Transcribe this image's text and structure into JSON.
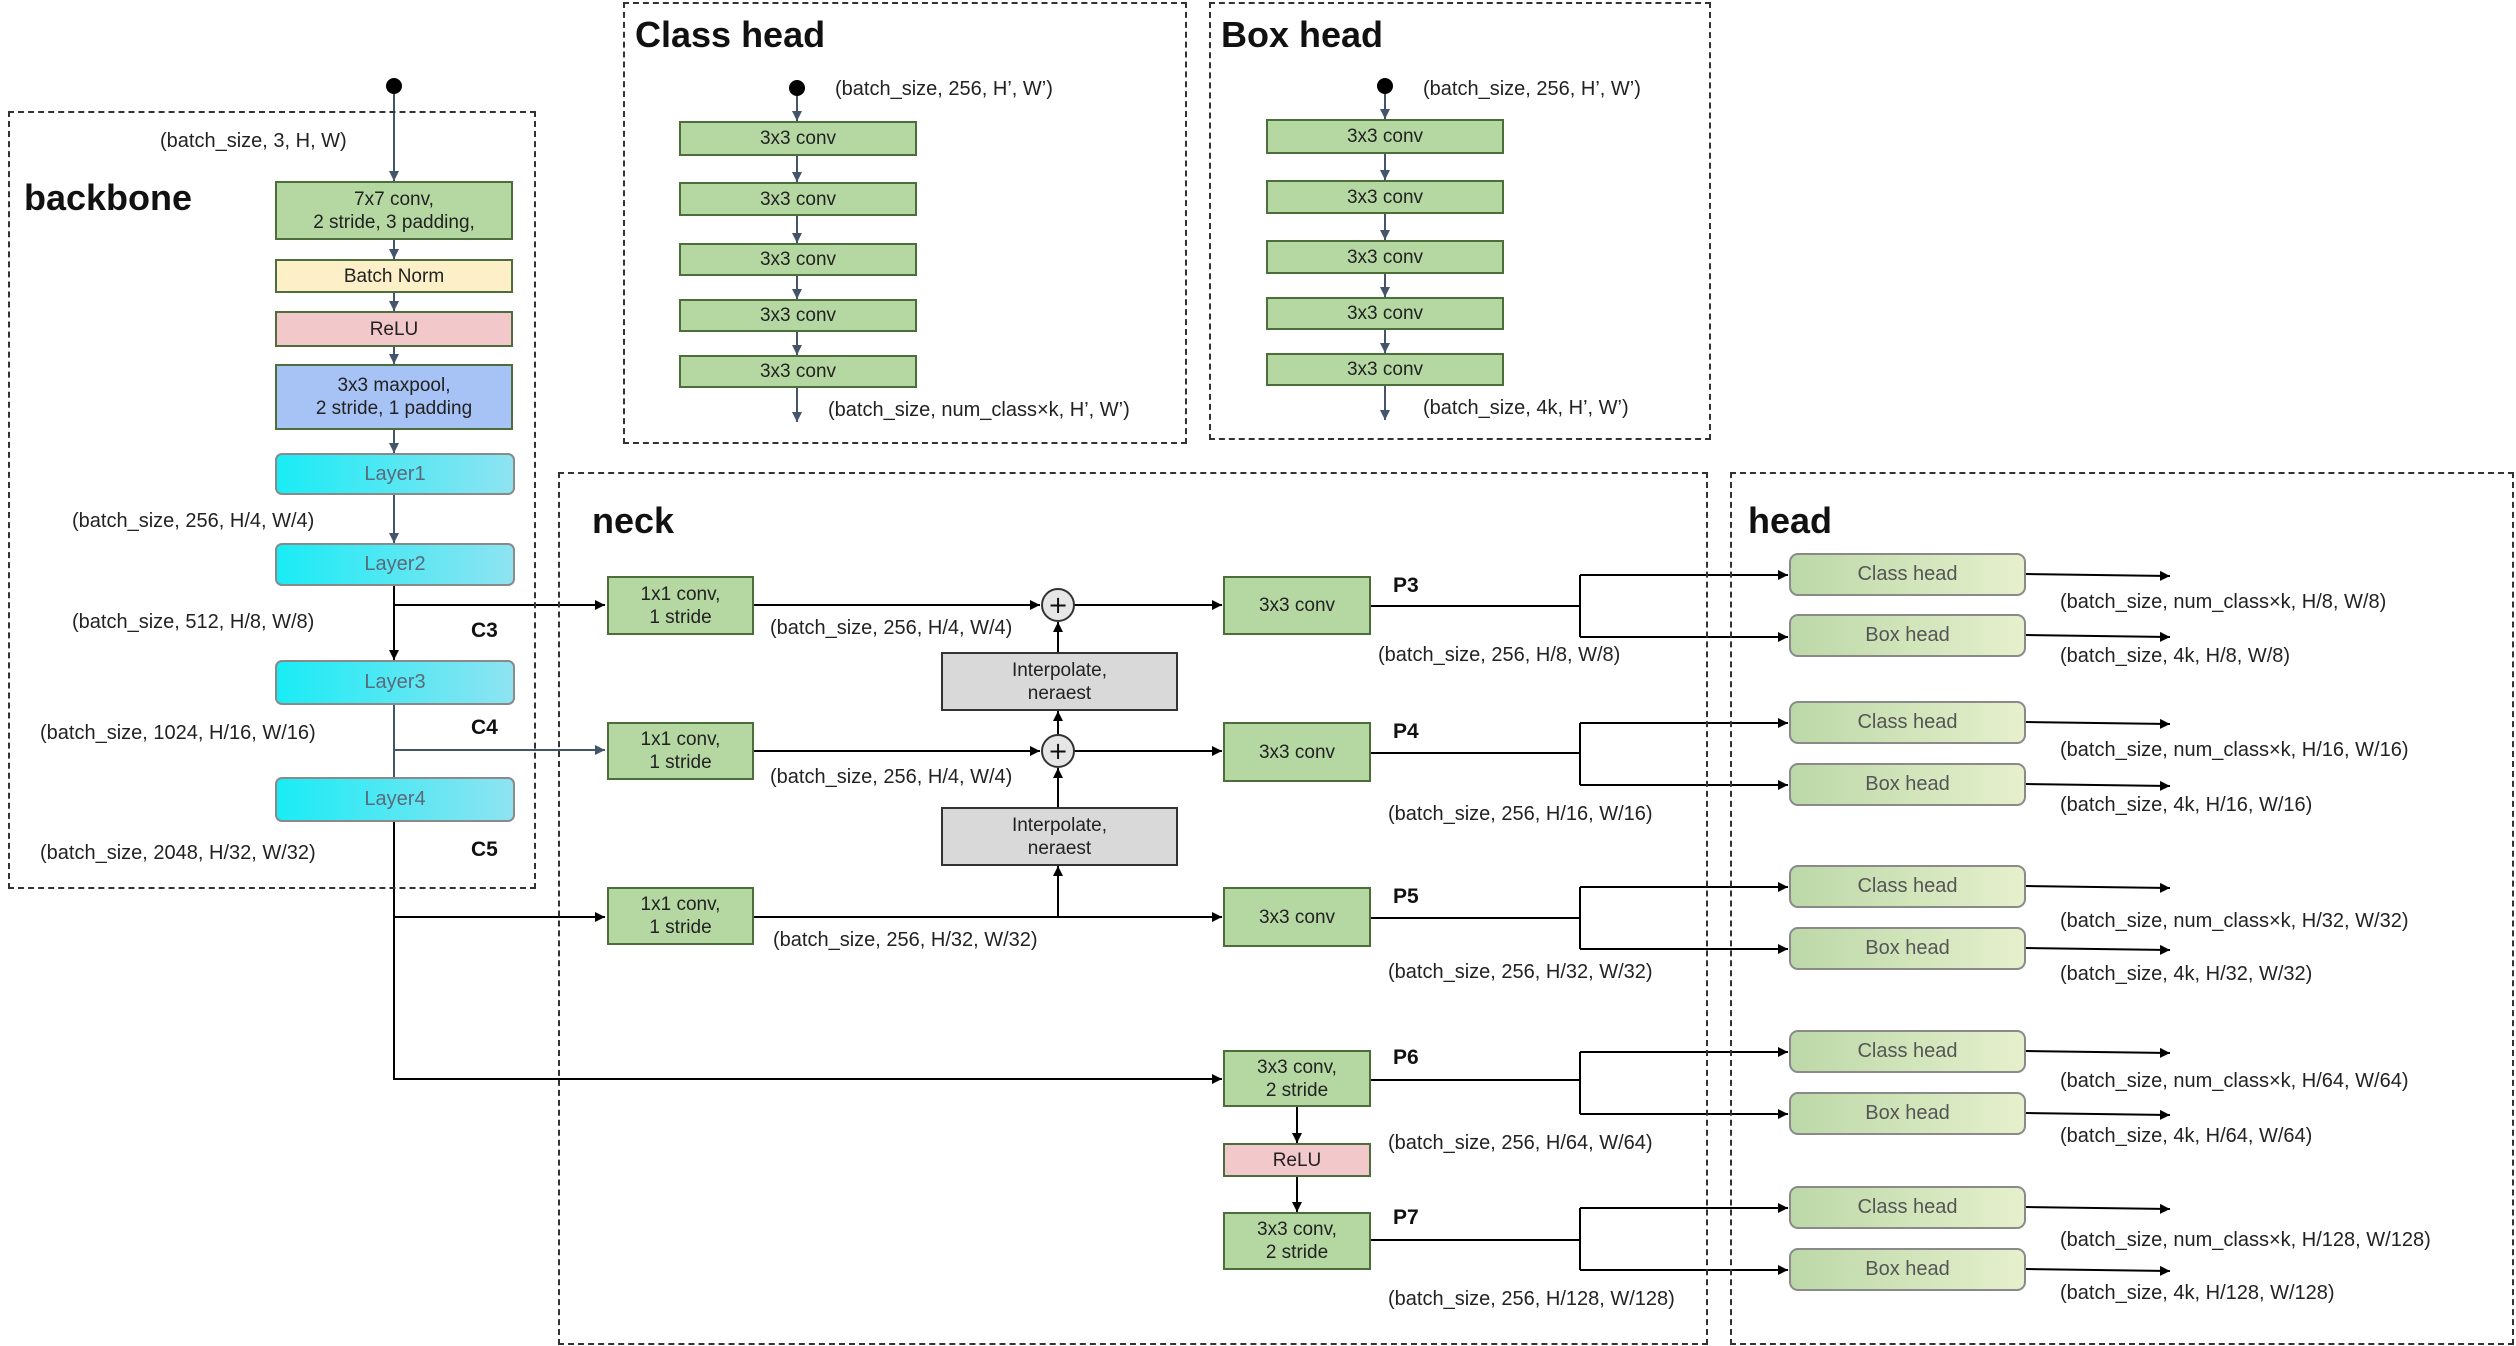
{
  "colors": {
    "conv": "#b5d8a3",
    "batch_norm": "#fdf0c8",
    "relu": "#f3c8ca",
    "maxpool": "#a7c2f5",
    "layer_gradient": [
      "#19ecf5",
      "#8fe3f1"
    ],
    "head_gradient": [
      "#bcd8a8",
      "#e6f0cc"
    ],
    "interpolate": "#d9d9d9",
    "wire": "#000000",
    "inner_wire": "#44546a"
  },
  "icons": {
    "input_dot": "filled-circle",
    "sum": "circled-plus"
  },
  "class_head": {
    "title": "Class head",
    "input_shape": "(batch_size, 256, H’, W’)",
    "convs": [
      "3x3 conv",
      "3x3 conv",
      "3x3 conv",
      "3x3 conv",
      "3x3 conv"
    ],
    "output_shape": "(batch_size, num_class×k, H’, W’)"
  },
  "box_head": {
    "title": "Box head",
    "input_shape": "(batch_size, 256, H’, W’)",
    "convs": [
      "3x3 conv",
      "3x3 conv",
      "3x3 conv",
      "3x3 conv",
      "3x3 conv"
    ],
    "output_shape": "(batch_size, 4k, H’, W’)"
  },
  "backbone": {
    "title": "backbone",
    "input_shape": "(batch_size, 3, H, W)",
    "stem": [
      "7x7 conv,\n2 stride, 3 padding,",
      "Batch Norm",
      "ReLU",
      "3x3 maxpool,\n2 stride, 1 padding"
    ],
    "layers": [
      "Layer1",
      "Layer2",
      "Layer3",
      "Layer4"
    ],
    "shapes": [
      "(batch_size, 256, H/4, W/4)",
      "(batch_size, 512, H/8, W/8)",
      "(batch_size, 1024, H/16, W/16)",
      "(batch_size, 2048, H/32, W/32)"
    ],
    "outputs": [
      "C3",
      "C4",
      "C5"
    ]
  },
  "neck": {
    "title": "neck",
    "lateral_convs": [
      "1x1 conv,\n1 stride",
      "1x1 conv,\n1 stride",
      "1x1 conv,\n1 stride"
    ],
    "lateral_shapes": [
      "(batch_size, 256, H/4, W/4)",
      "(batch_size, 256, H/4, W/4)",
      "(batch_size, 256, H/32, W/32)"
    ],
    "sum_symbol": "+",
    "interpolate": [
      "Interpolate,\nneraest",
      "Interpolate,\nneraest"
    ],
    "out_convs": [
      "3x3 conv",
      "3x3 conv",
      "3x3 conv",
      "3x3 conv,\n2 stride",
      "3x3 conv,\n2 stride"
    ],
    "relu": "ReLU",
    "levels": [
      "P3",
      "P4",
      "P5",
      "P6",
      "P7"
    ],
    "level_shapes": [
      "(batch_size, 256, H/8, W/8)",
      "(batch_size, 256, H/16, W/16)",
      "(batch_size, 256, H/32, W/32)",
      "(batch_size, 256, H/64, W/64)",
      "(batch_size, 256, H/128, W/128)"
    ]
  },
  "head": {
    "title": "head",
    "levels": [
      {
        "class_label": "Class head",
        "box_label": "Box head",
        "class_out": "(batch_size, num_class×k, H/8, W/8)",
        "box_out": "(batch_size, 4k, H/8, W/8)"
      },
      {
        "class_label": "Class head",
        "box_label": "Box head",
        "class_out": "(batch_size, num_class×k, H/16, W/16)",
        "box_out": "(batch_size, 4k, H/16, W/16)"
      },
      {
        "class_label": "Class head",
        "box_label": "Box head",
        "class_out": "(batch_size, num_class×k, H/32, W/32)",
        "box_out": "(batch_size, 4k, H/32, W/32)"
      },
      {
        "class_label": "Class head",
        "box_label": "Box head",
        "class_out": "(batch_size, num_class×k, H/64, W/64)",
        "box_out": "(batch_size, 4k, H/64, W/64)"
      },
      {
        "class_label": "Class head",
        "box_label": "Box head",
        "class_out": "(batch_size, num_class×k, H/128, W/128)",
        "box_out": "(batch_size, 4k, H/128, W/128)"
      }
    ]
  }
}
